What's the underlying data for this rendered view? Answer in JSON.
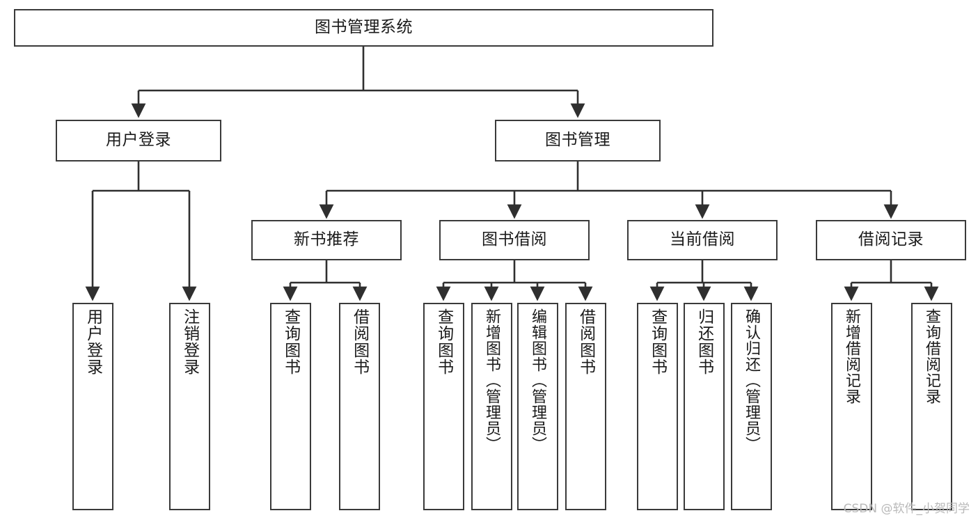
{
  "diagram": {
    "type": "tree",
    "title": "图书管理系统",
    "watermark": "CSDN @软件_小贺同学",
    "colors": {
      "border": "#3a3a3a",
      "background": "#ffffff",
      "text": "#1a1a1a",
      "edge": "#2f2f2f",
      "watermark": "#b9b9b9"
    },
    "nodes": {
      "root": {
        "label": "图书管理系统",
        "level": 0,
        "orientation": "horizontal"
      },
      "l1": [
        {
          "label": "用户登录",
          "orientation": "horizontal"
        },
        {
          "label": "图书管理",
          "orientation": "horizontal"
        }
      ],
      "l2": [
        {
          "label": "新书推荐",
          "orientation": "horizontal",
          "parent": "图书管理"
        },
        {
          "label": "图书借阅",
          "orientation": "horizontal",
          "parent": "图书管理"
        },
        {
          "label": "当前借阅",
          "orientation": "horizontal",
          "parent": "图书管理"
        },
        {
          "label": "借阅记录",
          "orientation": "horizontal",
          "parent": "图书管理"
        }
      ],
      "leaves_user_login": [
        {
          "label": "用户登录",
          "orientation": "vertical"
        },
        {
          "label": "注销登录",
          "orientation": "vertical"
        }
      ],
      "leaves_new_books": [
        {
          "label": "查询图书",
          "orientation": "vertical"
        },
        {
          "label": "借阅图书",
          "orientation": "vertical"
        }
      ],
      "leaves_borrow": [
        {
          "label": "查询图书",
          "orientation": "vertical"
        },
        {
          "label": "新增图书（管理员）",
          "orientation": "vertical"
        },
        {
          "label": "编辑图书（管理员）",
          "orientation": "vertical"
        },
        {
          "label": "借阅图书",
          "orientation": "vertical"
        }
      ],
      "leaves_current": [
        {
          "label": "查询图书",
          "orientation": "vertical"
        },
        {
          "label": "归还图书",
          "orientation": "vertical"
        },
        {
          "label": "确认归还（管理员）",
          "orientation": "vertical"
        }
      ],
      "leaves_records": [
        {
          "label": "新增借阅记录",
          "orientation": "vertical"
        },
        {
          "label": "查询借阅记录",
          "orientation": "vertical"
        }
      ]
    }
  }
}
